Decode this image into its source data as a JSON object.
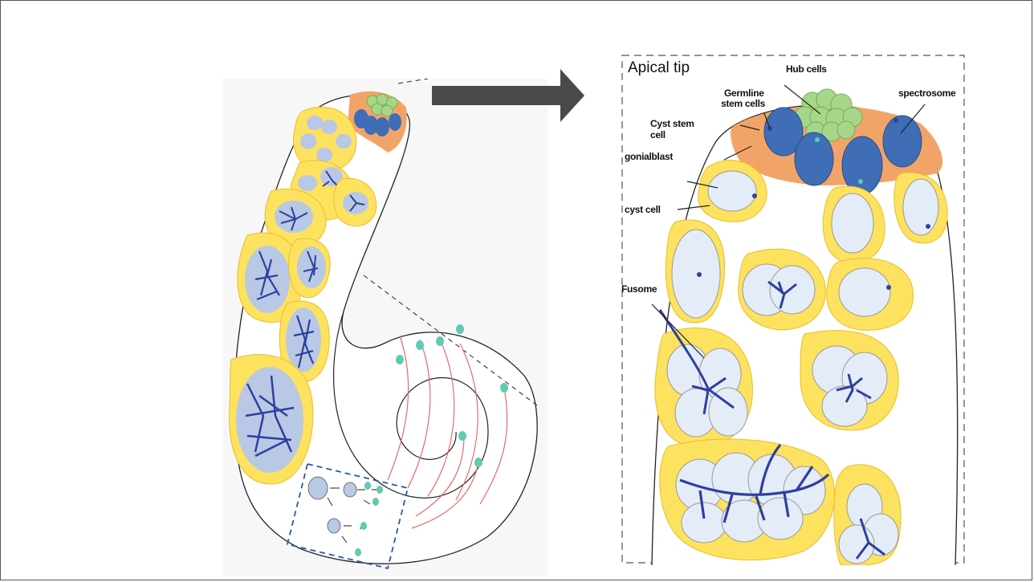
{
  "diagram": {
    "title": "Apical tip",
    "labels": {
      "hub_cells": "Hub cells",
      "germline_stem_cells_1": "Germline",
      "germline_stem_cells_2": "stem cells",
      "spectrosome": "spectrosome",
      "cyst_stem_cell_1": "Cyst stem",
      "cyst_stem_cell_2": "cell",
      "gonialblast": "gonialblast",
      "cyst_cell": "cyst cell",
      "fusome": "Fusome"
    },
    "colors": {
      "cyst": "#fde25f",
      "cyst_border": "#e9bd2b",
      "germ_cell": "#e4ecf7",
      "germ_cell_left": "#b9c8e4",
      "stem_cell": "#3f6db6",
      "hub": "#a7d68a",
      "hub_border": "#6fb04e",
      "csc": "#f2a468",
      "fusome": "#2f3f9e",
      "sperm_head": "#5ecbb2",
      "sperm_tail": "#e56a6a",
      "arrow": "#4a4a4a",
      "box": "#2d57a8"
    }
  }
}
